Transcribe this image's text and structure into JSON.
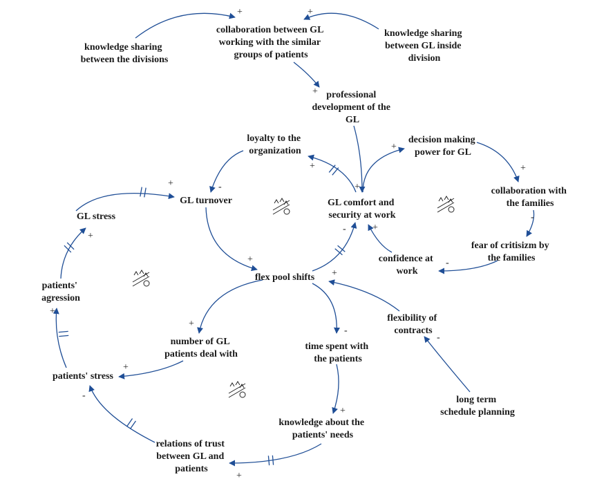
{
  "diagram": {
    "nodes": [
      {
        "id": "ks_div",
        "lines": [
          "knowledge sharing",
          "between the divisions"
        ]
      },
      {
        "id": "collab",
        "lines": [
          "collaboration between GL",
          "working with the similar",
          "groups of patients"
        ]
      },
      {
        "id": "ks_gl",
        "lines": [
          "knowledge sharing",
          "between GL inside",
          "division"
        ]
      },
      {
        "id": "prof",
        "lines": [
          "professional",
          "development of the",
          "GL"
        ]
      },
      {
        "id": "loyalty",
        "lines": [
          "loyalty to the",
          "organization"
        ]
      },
      {
        "id": "decision",
        "lines": [
          "decision making",
          "power for GL"
        ]
      },
      {
        "id": "turnover",
        "lines": [
          "GL turnover"
        ]
      },
      {
        "id": "comfort",
        "lines": [
          "GL comfort and",
          "security at work"
        ]
      },
      {
        "id": "collab_fam",
        "lines": [
          "collaboration with",
          "the families"
        ]
      },
      {
        "id": "stress_gl",
        "lines": [
          "GL stress"
        ]
      },
      {
        "id": "fear",
        "lines": [
          "fear of critisizm by",
          "the families"
        ]
      },
      {
        "id": "confidence",
        "lines": [
          "confidence at",
          "work"
        ]
      },
      {
        "id": "flex",
        "lines": [
          "flex pool shifts"
        ]
      },
      {
        "id": "aggr",
        "lines": [
          "patients'",
          "agression"
        ]
      },
      {
        "id": "flexcon",
        "lines": [
          "flexibility of",
          "contracts"
        ]
      },
      {
        "id": "number",
        "lines": [
          "number of GL",
          "patients deal with"
        ]
      },
      {
        "id": "time",
        "lines": [
          "time spent with",
          "the patients"
        ]
      },
      {
        "id": "pstress",
        "lines": [
          "patients' stress"
        ]
      },
      {
        "id": "longterm",
        "lines": [
          "long term",
          "schedule planning"
        ]
      },
      {
        "id": "knowledge",
        "lines": [
          "knowledge about the",
          "patients' needs"
        ]
      },
      {
        "id": "trust",
        "lines": [
          "relations of trust",
          "between GL and",
          "patients"
        ]
      }
    ],
    "links": [
      {
        "id": "ks_div-collab",
        "polarity": "+",
        "delay": false
      },
      {
        "id": "ks_gl-collab",
        "polarity": "+",
        "delay": false
      },
      {
        "id": "collab-prof",
        "polarity": "+",
        "delay": false
      },
      {
        "id": "prof-comfort",
        "polarity": "+",
        "delay": false
      },
      {
        "id": "comfort-loyalty",
        "polarity": "+",
        "delay": true
      },
      {
        "id": "loyalty-turnover",
        "polarity": "-",
        "delay": false
      },
      {
        "id": "comfort-decision",
        "polarity": "+",
        "delay": false
      },
      {
        "id": "decision-collabfam",
        "polarity": "+",
        "delay": false
      },
      {
        "id": "collabfam-fear",
        "polarity": "-",
        "delay": false
      },
      {
        "id": "fear-confidence",
        "polarity": "-",
        "delay": false
      },
      {
        "id": "confidence-comfort",
        "polarity": "+",
        "delay": false
      },
      {
        "id": "flex-comfort",
        "polarity": "-",
        "delay": true
      },
      {
        "id": "turnover-flex",
        "polarity": "+",
        "delay": false
      },
      {
        "id": "stressgl-turnover",
        "polarity": "+",
        "delay": true
      },
      {
        "id": "aggr-stressgl",
        "polarity": "+",
        "delay": true
      },
      {
        "id": "pstress-aggr",
        "polarity": "+",
        "delay": true
      },
      {
        "id": "flex-number",
        "polarity": "+",
        "delay": false
      },
      {
        "id": "number-pstress",
        "polarity": "+",
        "delay": false
      },
      {
        "id": "flex-time",
        "polarity": "-",
        "delay": false
      },
      {
        "id": "time-knowledge",
        "polarity": "+",
        "delay": false
      },
      {
        "id": "knowledge-trust",
        "polarity": "+",
        "delay": true
      },
      {
        "id": "trust-pstress",
        "polarity": "-",
        "delay": true
      },
      {
        "id": "flexcon-flex",
        "polarity": "+",
        "delay": false
      },
      {
        "id": "longterm-flexcon",
        "polarity": "-",
        "delay": false
      }
    ],
    "loop_markers": [
      "balancing",
      "balancing",
      "balancing",
      "balancing"
    ]
  }
}
